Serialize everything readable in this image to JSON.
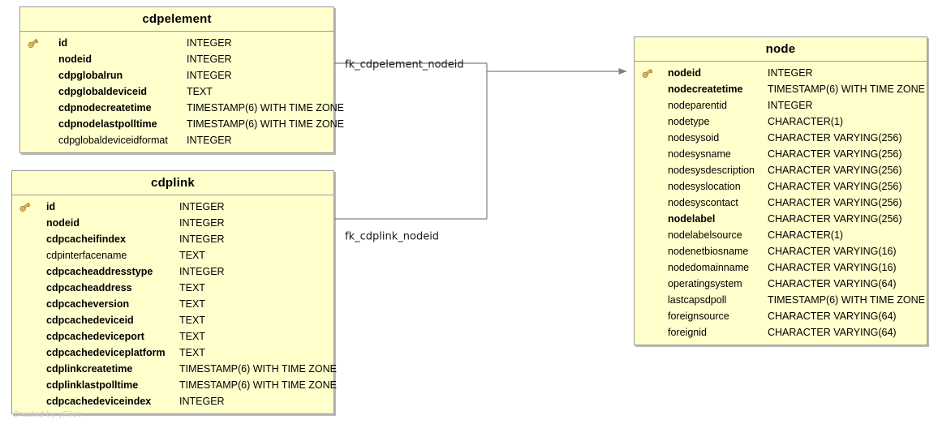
{
  "diagram": {
    "type": "entity-relationship-diagram",
    "background_color": "#ffffff",
    "entity_fill_color": "#ffffcc",
    "entity_border_color": "#999999",
    "connector_color": "#808080",
    "watermark": "Created by yFiles"
  },
  "entities": [
    {
      "name": "cdpelement",
      "fields": [
        {
          "name": "id",
          "type": "INTEGER",
          "primary_key": true,
          "required": true
        },
        {
          "name": "nodeid",
          "type": "INTEGER",
          "primary_key": false,
          "required": true
        },
        {
          "name": "cdpglobalrun",
          "type": "INTEGER",
          "primary_key": false,
          "required": true
        },
        {
          "name": "cdpglobaldeviceid",
          "type": "TEXT",
          "primary_key": false,
          "required": true
        },
        {
          "name": "cdpnodecreatetime",
          "type": "TIMESTAMP(6) WITH TIME ZONE",
          "primary_key": false,
          "required": true
        },
        {
          "name": "cdpnodelastpolltime",
          "type": "TIMESTAMP(6) WITH TIME ZONE",
          "primary_key": false,
          "required": true
        },
        {
          "name": "cdpglobaldeviceidformat",
          "type": "INTEGER",
          "primary_key": false,
          "required": false
        }
      ]
    },
    {
      "name": "cdplink",
      "fields": [
        {
          "name": "id",
          "type": "INTEGER",
          "primary_key": true,
          "required": true
        },
        {
          "name": "nodeid",
          "type": "INTEGER",
          "primary_key": false,
          "required": true
        },
        {
          "name": "cdpcacheifindex",
          "type": "INTEGER",
          "primary_key": false,
          "required": true
        },
        {
          "name": "cdpinterfacename",
          "type": "TEXT",
          "primary_key": false,
          "required": false
        },
        {
          "name": "cdpcacheaddresstype",
          "type": "INTEGER",
          "primary_key": false,
          "required": true
        },
        {
          "name": "cdpcacheaddress",
          "type": "TEXT",
          "primary_key": false,
          "required": true
        },
        {
          "name": "cdpcacheversion",
          "type": "TEXT",
          "primary_key": false,
          "required": true
        },
        {
          "name": "cdpcachedeviceid",
          "type": "TEXT",
          "primary_key": false,
          "required": true
        },
        {
          "name": "cdpcachedeviceport",
          "type": "TEXT",
          "primary_key": false,
          "required": true
        },
        {
          "name": "cdpcachedeviceplatform",
          "type": "TEXT",
          "primary_key": false,
          "required": true
        },
        {
          "name": "cdplinkcreatetime",
          "type": "TIMESTAMP(6) WITH TIME ZONE",
          "primary_key": false,
          "required": true
        },
        {
          "name": "cdplinklastpolltime",
          "type": "TIMESTAMP(6) WITH TIME ZONE",
          "primary_key": false,
          "required": true
        },
        {
          "name": "cdpcachedeviceindex",
          "type": "INTEGER",
          "primary_key": false,
          "required": true
        }
      ]
    },
    {
      "name": "node",
      "fields": [
        {
          "name": "nodeid",
          "type": "INTEGER",
          "primary_key": true,
          "required": true
        },
        {
          "name": "nodecreatetime",
          "type": "TIMESTAMP(6) WITH TIME ZONE",
          "primary_key": false,
          "required": true
        },
        {
          "name": "nodeparentid",
          "type": "INTEGER",
          "primary_key": false,
          "required": false
        },
        {
          "name": "nodetype",
          "type": "CHARACTER(1)",
          "primary_key": false,
          "required": false
        },
        {
          "name": "nodesysoid",
          "type": "CHARACTER VARYING(256)",
          "primary_key": false,
          "required": false
        },
        {
          "name": "nodesysname",
          "type": "CHARACTER VARYING(256)",
          "primary_key": false,
          "required": false
        },
        {
          "name": "nodesysdescription",
          "type": "CHARACTER VARYING(256)",
          "primary_key": false,
          "required": false
        },
        {
          "name": "nodesyslocation",
          "type": "CHARACTER VARYING(256)",
          "primary_key": false,
          "required": false
        },
        {
          "name": "nodesyscontact",
          "type": "CHARACTER VARYING(256)",
          "primary_key": false,
          "required": false
        },
        {
          "name": "nodelabel",
          "type": "CHARACTER VARYING(256)",
          "primary_key": false,
          "required": true
        },
        {
          "name": "nodelabelsource",
          "type": "CHARACTER(1)",
          "primary_key": false,
          "required": false
        },
        {
          "name": "nodenetbiosname",
          "type": "CHARACTER VARYING(16)",
          "primary_key": false,
          "required": false
        },
        {
          "name": "nodedomainname",
          "type": "CHARACTER VARYING(16)",
          "primary_key": false,
          "required": false
        },
        {
          "name": "operatingsystem",
          "type": "CHARACTER VARYING(64)",
          "primary_key": false,
          "required": false
        },
        {
          "name": "lastcapsdpoll",
          "type": "TIMESTAMP(6) WITH TIME ZONE",
          "primary_key": false,
          "required": false
        },
        {
          "name": "foreignsource",
          "type": "CHARACTER VARYING(64)",
          "primary_key": false,
          "required": false
        },
        {
          "name": "foreignid",
          "type": "CHARACTER VARYING(64)",
          "primary_key": false,
          "required": false
        }
      ]
    }
  ],
  "relationships": [
    {
      "label": "fk_cdpelement_nodeid",
      "from": "cdpelement",
      "to": "node",
      "from_field": "nodeid",
      "to_field": "nodeid"
    },
    {
      "label": "fk_cdplink_nodeid",
      "from": "cdplink",
      "to": "node",
      "from_field": "nodeid",
      "to_field": "nodeid"
    }
  ]
}
